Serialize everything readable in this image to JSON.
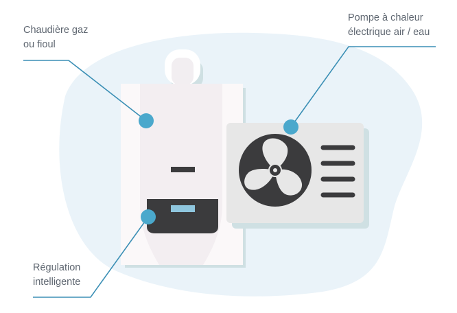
{
  "labels": {
    "boiler": {
      "line1": "Chaudière gaz",
      "line2": "ou fioul"
    },
    "heat_pump": {
      "line1": "Pompe à chaleur",
      "line2": "électrique air / eau"
    },
    "regulation": {
      "line1": "Régulation",
      "line2": "intelligente"
    }
  },
  "colors": {
    "background_blob": "#eaf3f9",
    "callout": "#4aa8cc",
    "leader_line": "#3b8fb5",
    "boiler_body": "#fbf8f9",
    "boiler_shade": "#f1ecef",
    "shadow": "#cfe0e3",
    "dark_panel": "#3b3b3d",
    "display_light": "#8fc6de",
    "heat_pump_body": "#e7e7e7",
    "text": "#5e6670"
  },
  "icons": [
    "fan-icon",
    "vent-grille-icon",
    "callout-dot-icon"
  ]
}
